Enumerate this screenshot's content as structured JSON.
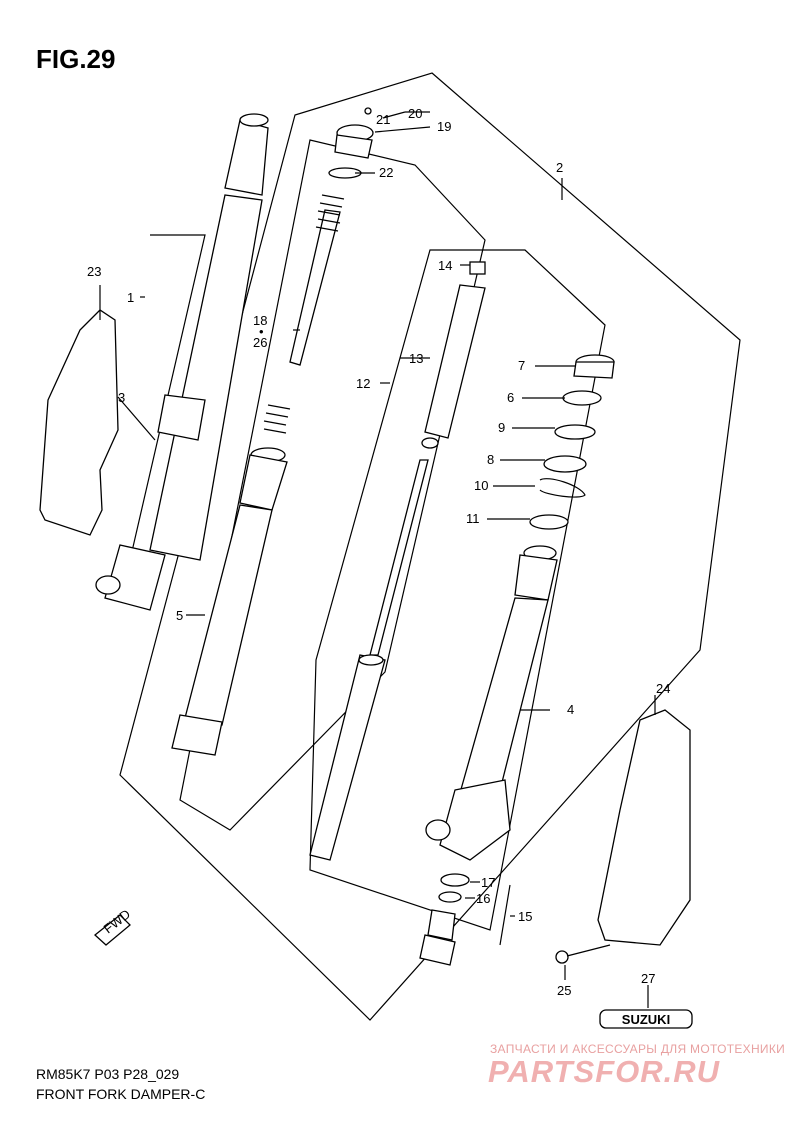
{
  "figure_title": "FIG.29",
  "model_code": "RM85K7 P03 P28_029",
  "section_title": "FRONT FORK DAMPER-C",
  "direction_marker": "FWD",
  "emblem_text": "SUZUKI",
  "watermark": {
    "line1": "ЗАПЧАСТИ И АКСЕССУАРЫ ДЛЯ МОТОТЕХНИКИ",
    "line2": "PARTSFOR.RU"
  },
  "callouts": [
    "1",
    "2",
    "3",
    "4",
    "5",
    "6",
    "7",
    "8",
    "9",
    "10",
    "11",
    "12",
    "13",
    "14",
    "15",
    "16",
    "17",
    "18",
    "19",
    "20",
    "21",
    "22",
    "23",
    "24",
    "25",
    "26",
    "27"
  ],
  "colors": {
    "line": "#000000",
    "watermark": "#f0b0b0"
  }
}
